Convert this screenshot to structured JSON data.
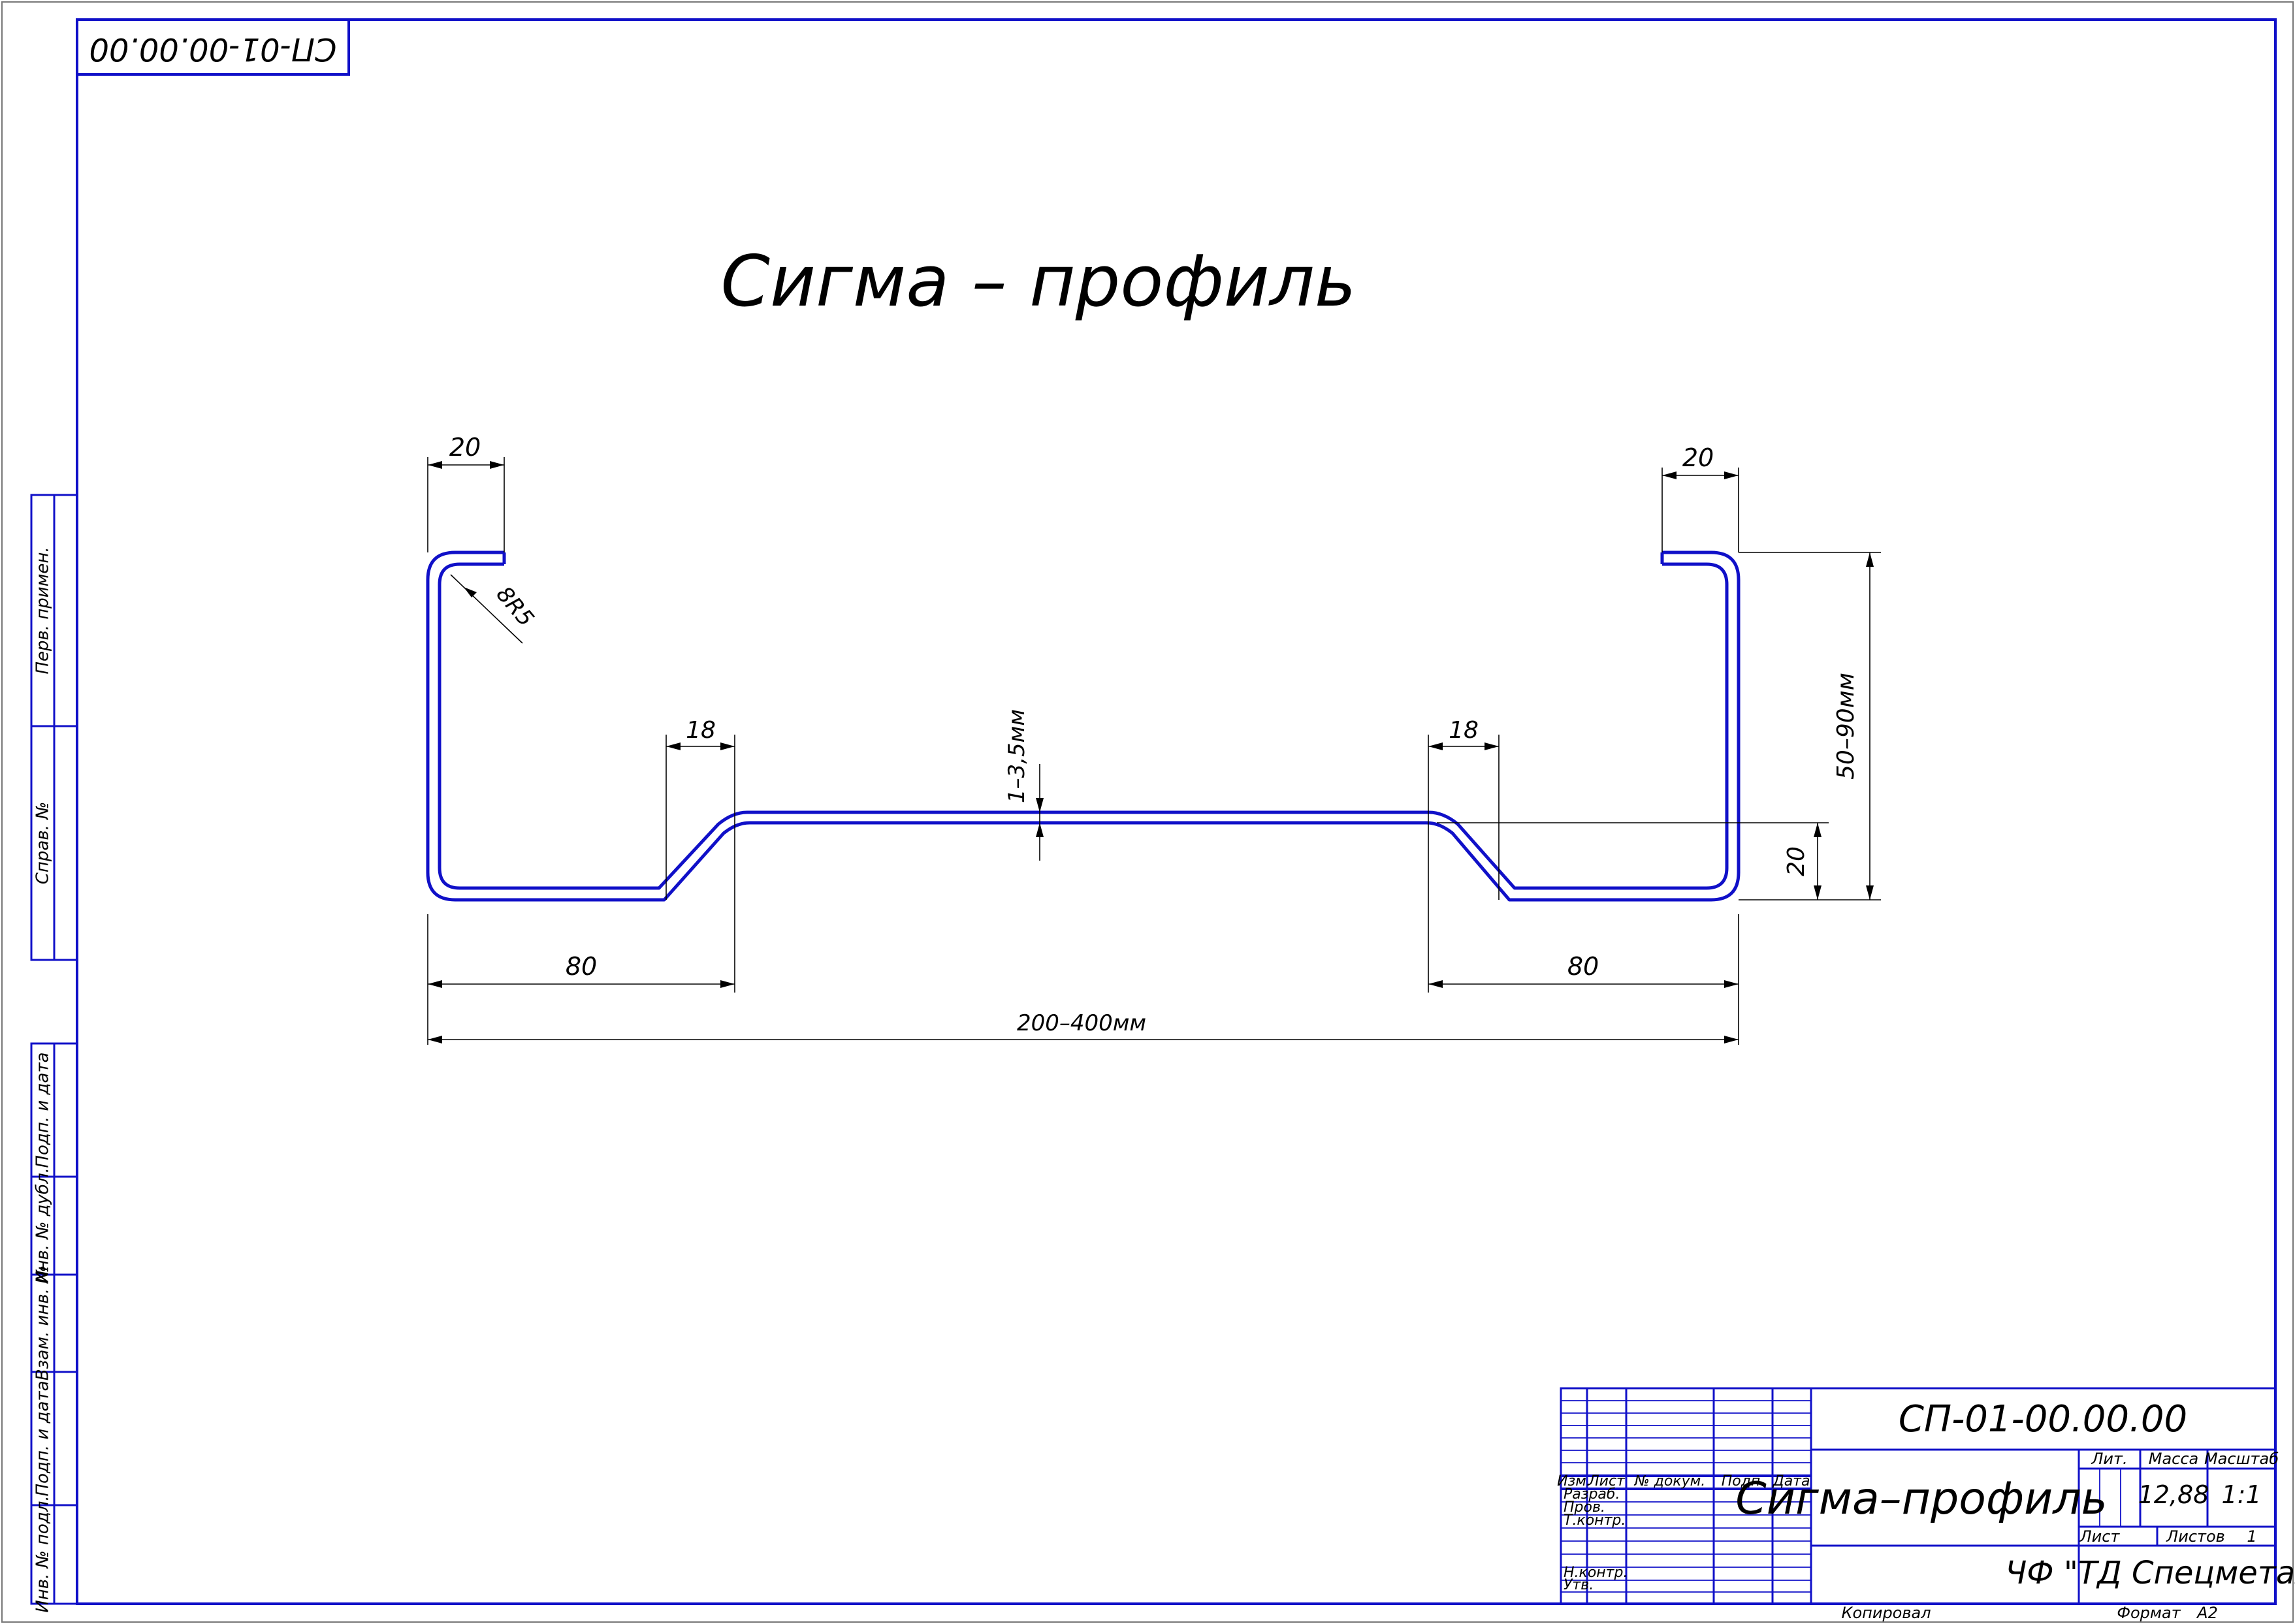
{
  "colors": {
    "frame": "#1010c8",
    "profile": "#1010c8",
    "text": "#000000",
    "background": "#ffffff"
  },
  "doc_code_corner": "СП-01-00.00.00",
  "title": "Сигма – профиль",
  "dimensions": {
    "left_flange": "20",
    "right_flange": "20",
    "radius": "8R5",
    "left_slope": "18",
    "right_slope": "18",
    "thickness": "1–3,5мм",
    "height": "50–90мм",
    "step": "20",
    "left_bottom": "80",
    "right_bottom": "80",
    "width": "200–400мм"
  },
  "side_labels": [
    "Перв. примен.",
    "Справ. №",
    "Подп. и дата",
    "Инв. № дубл.",
    "Взам. инв. №",
    "Подп. и дата",
    "Инв. № подл."
  ],
  "title_block": {
    "doc_code": "СП-01-00.00.00",
    "name": "Сигма–профиль",
    "col_izm": "Изм.",
    "col_list": "Лист",
    "col_doc": "№ докум.",
    "col_sign": "Подп.",
    "col_date": "Дата",
    "row_razrab": "Разраб.",
    "row_prov": "Пров.",
    "row_tkontr": "Т.контр.",
    "row_nkontr": "Н.контр.",
    "row_utv": "Утв.",
    "lit_label": "Лит.",
    "mass_label": "Масса",
    "scale_label": "Масштаб",
    "mass_value": "12,88",
    "scale_value": "1:1",
    "sheet_label": "Лист",
    "sheets_label": "Листов",
    "sheets_value": "1",
    "organization": "ЧФ \"ТД Спецметалл\"",
    "copied": "Копировал",
    "format_label": "Формат",
    "format_value": "A2"
  }
}
